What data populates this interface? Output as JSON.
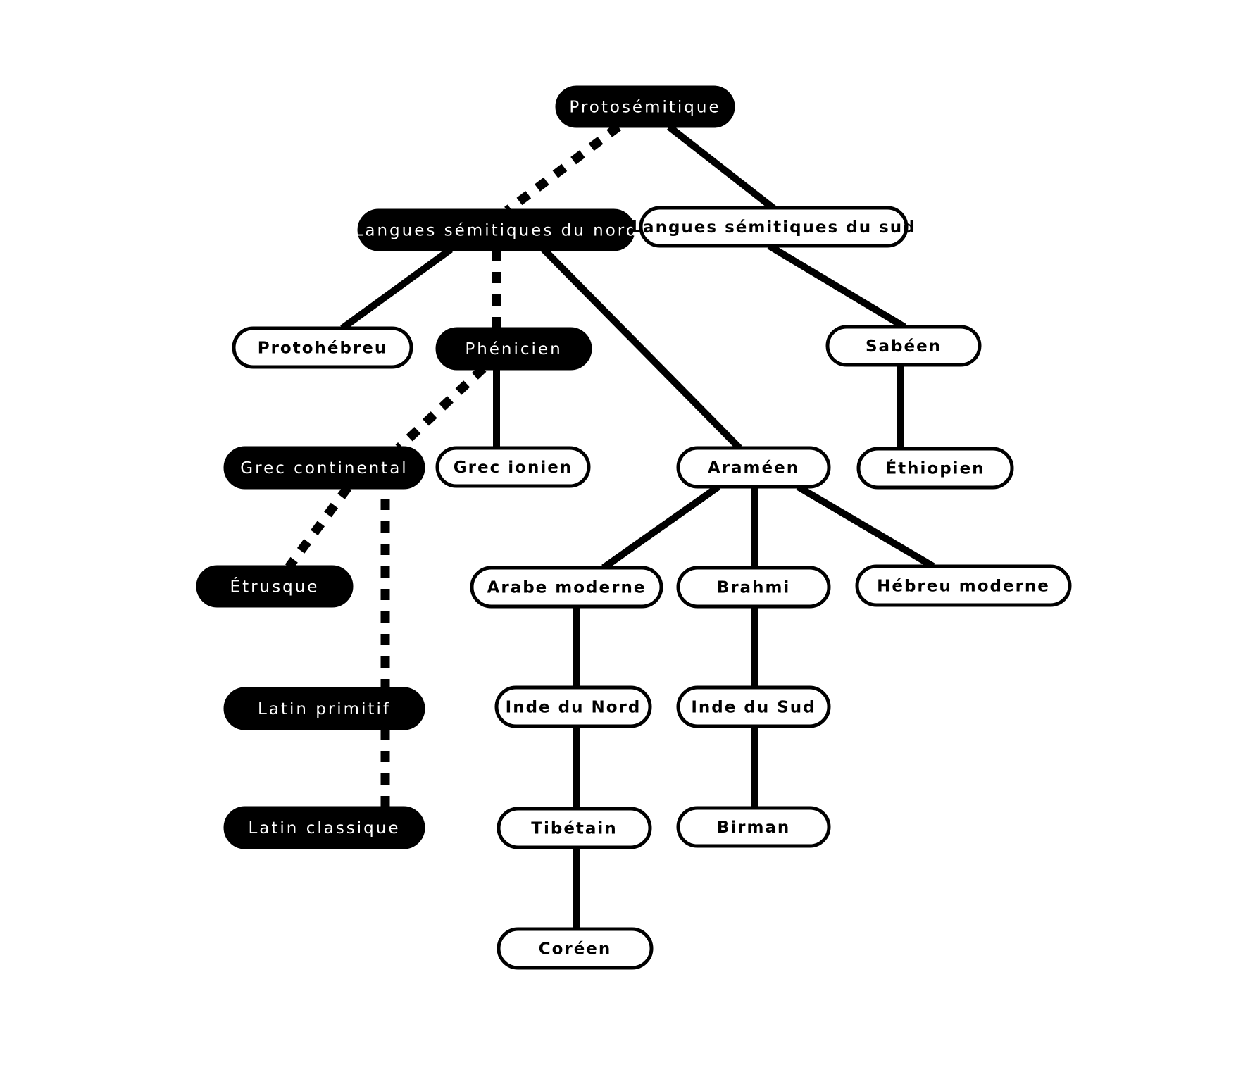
{
  "diagram": {
    "type": "tree",
    "colors": {
      "dark_node": "#000000",
      "light_node": "#ffffff",
      "line": "#000000"
    },
    "nodes": [
      {
        "id": "protosemitique",
        "label": "Protosémitique",
        "style": "dark"
      },
      {
        "id": "nord",
        "label": "Langues sémitiques du nord",
        "style": "dark"
      },
      {
        "id": "sud",
        "label": "Langues sémitiques du sud",
        "style": "light"
      },
      {
        "id": "protohebreu",
        "label": "Protohébreu",
        "style": "light"
      },
      {
        "id": "phenicien",
        "label": "Phénicien",
        "style": "dark"
      },
      {
        "id": "sabeen",
        "label": "Sabéen",
        "style": "light"
      },
      {
        "id": "grec-continental",
        "label": "Grec continental",
        "style": "dark"
      },
      {
        "id": "grec-ionien",
        "label": "Grec ionien",
        "style": "light"
      },
      {
        "id": "arameen",
        "label": "Araméen",
        "style": "light"
      },
      {
        "id": "ethiopien",
        "label": "Éthiopien",
        "style": "light"
      },
      {
        "id": "etrusque",
        "label": "Étrusque",
        "style": "dark"
      },
      {
        "id": "arabe-moderne",
        "label": "Arabe moderne",
        "style": "light"
      },
      {
        "id": "brahmi",
        "label": "Brahmi",
        "style": "light"
      },
      {
        "id": "hebreu-moderne",
        "label": "Hébreu moderne",
        "style": "light"
      },
      {
        "id": "latin-primitif",
        "label": "Latin primitif",
        "style": "dark"
      },
      {
        "id": "inde-du-nord",
        "label": "Inde du Nord",
        "style": "light"
      },
      {
        "id": "inde-du-sud",
        "label": "Inde du Sud",
        "style": "light"
      },
      {
        "id": "latin-classique",
        "label": "Latin classique",
        "style": "dark"
      },
      {
        "id": "tibetain",
        "label": "Tibétain",
        "style": "light"
      },
      {
        "id": "birman",
        "label": "Birman",
        "style": "light"
      },
      {
        "id": "coreen",
        "label": "Coréen",
        "style": "light"
      }
    ],
    "edges": [
      {
        "from": "protosemitique",
        "to": "nord",
        "style": "dashed"
      },
      {
        "from": "protosemitique",
        "to": "sud",
        "style": "solid"
      },
      {
        "from": "nord",
        "to": "protohebreu",
        "style": "solid"
      },
      {
        "from": "nord",
        "to": "phenicien",
        "style": "dashed"
      },
      {
        "from": "nord",
        "to": "arameen",
        "style": "solid"
      },
      {
        "from": "sud",
        "to": "sabeen",
        "style": "solid"
      },
      {
        "from": "sabeen",
        "to": "ethiopien",
        "style": "solid"
      },
      {
        "from": "phenicien",
        "to": "grec-continental",
        "style": "dashed"
      },
      {
        "from": "phenicien",
        "to": "grec-ionien",
        "style": "solid"
      },
      {
        "from": "grec-continental",
        "to": "etrusque",
        "style": "dashed"
      },
      {
        "from": "grec-continental",
        "to": "latin-primitif",
        "style": "dashed"
      },
      {
        "from": "latin-primitif",
        "to": "latin-classique",
        "style": "dashed"
      },
      {
        "from": "arameen",
        "to": "arabe-moderne",
        "style": "solid"
      },
      {
        "from": "arameen",
        "to": "brahmi",
        "style": "solid"
      },
      {
        "from": "arameen",
        "to": "hebreu-moderne",
        "style": "solid"
      },
      {
        "from": "arabe-moderne",
        "to": "inde-du-nord",
        "style": "solid"
      },
      {
        "from": "inde-du-nord",
        "to": "tibetain",
        "style": "solid"
      },
      {
        "from": "tibetain",
        "to": "coreen",
        "style": "solid"
      },
      {
        "from": "brahmi",
        "to": "inde-du-sud",
        "style": "solid"
      },
      {
        "from": "inde-du-sud",
        "to": "birman",
        "style": "solid"
      }
    ]
  }
}
